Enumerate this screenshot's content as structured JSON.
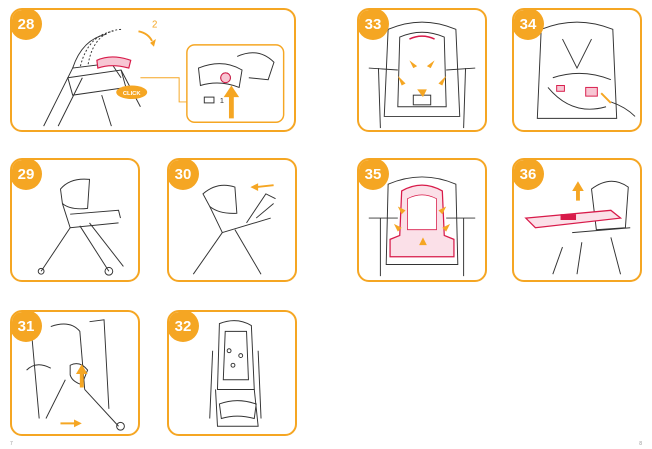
{
  "steps": [
    {
      "number": "28",
      "click_label": "CLICK",
      "arrow_label": "2",
      "inset_label": "1"
    },
    {
      "number": "29"
    },
    {
      "number": "30"
    },
    {
      "number": "31"
    },
    {
      "number": "32"
    },
    {
      "number": "33"
    },
    {
      "number": "34"
    },
    {
      "number": "35"
    },
    {
      "number": "36"
    }
  ],
  "page_numbers": {
    "left": "7",
    "right": "8"
  },
  "colors": {
    "accent": "#f5a623",
    "highlight": "#d81b4a",
    "line": "#333333"
  }
}
